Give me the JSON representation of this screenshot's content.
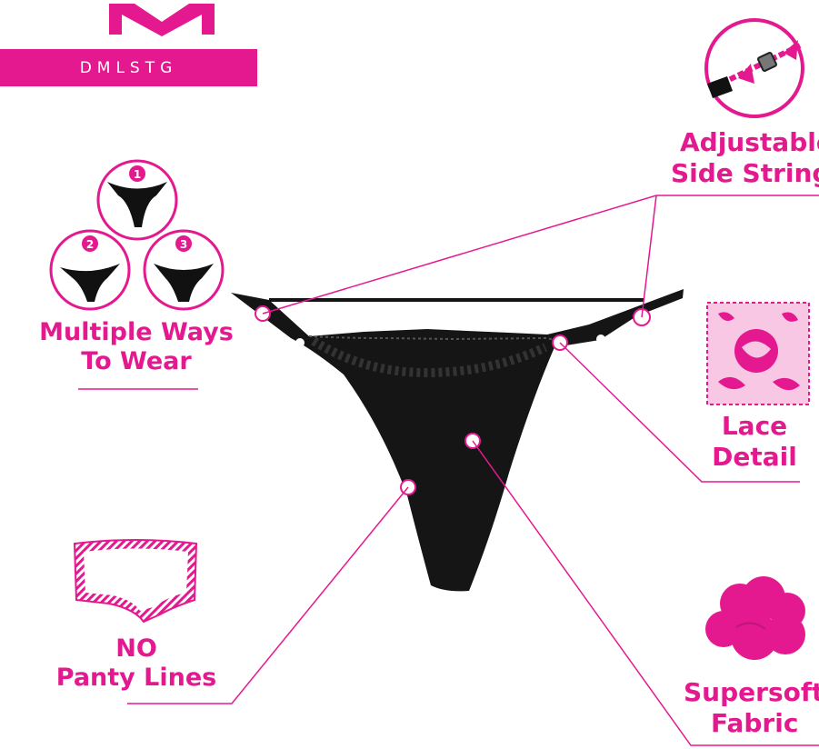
{
  "brand": {
    "name": "DMLSTG",
    "color": "#e5198f",
    "logo_icon": "m-logo-icon"
  },
  "ways_diagram": {
    "steps": [
      "1",
      "2",
      "3"
    ]
  },
  "features": {
    "multiple_ways": {
      "line1": "Multiple Ways",
      "line2": "To Wear",
      "icon": "three-ways-icon"
    },
    "adjustable": {
      "line1": "Adjustable",
      "line2": "Side String",
      "icon": "slider-strap-icon"
    },
    "lace": {
      "line1": "Lace",
      "line2": "Detail",
      "icon": "lace-swatch-icon"
    },
    "no_lines": {
      "line1": "NO",
      "line2": "Panty Lines",
      "icon": "panty-outline-icon"
    },
    "supersoft": {
      "line1": "Supersoft",
      "line2": "Fabric",
      "icon": "cloud-icon"
    }
  },
  "product": {
    "icon": "thong-product-image",
    "color": "#151515"
  }
}
